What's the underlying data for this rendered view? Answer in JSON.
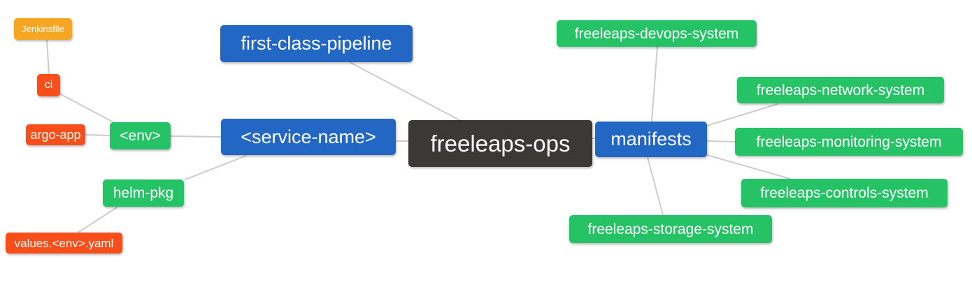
{
  "palette": {
    "blue": "#2367c4",
    "green": "#25c366",
    "red": "#f84e1a",
    "amber": "#f6a623",
    "dark": "#3b3835",
    "edge": "#cccccc",
    "text": "#ffffff",
    "background": "#ffffff"
  },
  "nodes": {
    "freeleaps_ops": {
      "label": "freeleaps-ops",
      "role": "root"
    },
    "first_class_pipeline": {
      "label": "first-class-pipeline"
    },
    "service_name": {
      "label": "<service-name>"
    },
    "manifests": {
      "label": "manifests"
    },
    "env": {
      "label": "<env>"
    },
    "helm_pkg": {
      "label": "helm-pkg"
    },
    "ci": {
      "label": "ci"
    },
    "jenkinsfile": {
      "label": "Jenkinsfile"
    },
    "argo_app": {
      "label": "argo-app"
    },
    "values_env_yaml": {
      "label": "values.<env>.yaml"
    },
    "devops_system": {
      "label": "freeleaps-devops-system"
    },
    "network_system": {
      "label": "freeleaps-network-system"
    },
    "monitoring_system": {
      "label": "freeleaps-monitoring-system"
    },
    "controls_system": {
      "label": "freeleaps-controls-system"
    },
    "storage_system": {
      "label": "freeleaps-storage-system"
    }
  },
  "edges": [
    {
      "from": "jenkinsfile",
      "to": "ci"
    },
    {
      "from": "ci",
      "to": "env"
    },
    {
      "from": "argo_app",
      "to": "env"
    },
    {
      "from": "env",
      "to": "service_name"
    },
    {
      "from": "helm_pkg",
      "to": "service_name"
    },
    {
      "from": "values_env_yaml",
      "to": "helm_pkg"
    },
    {
      "from": "first_class_pipeline",
      "to": "freeleaps_ops"
    },
    {
      "from": "service_name",
      "to": "freeleaps_ops"
    },
    {
      "from": "freeleaps_ops",
      "to": "manifests"
    },
    {
      "from": "manifests",
      "to": "devops_system"
    },
    {
      "from": "manifests",
      "to": "network_system"
    },
    {
      "from": "manifests",
      "to": "monitoring_system"
    },
    {
      "from": "manifests",
      "to": "controls_system"
    },
    {
      "from": "manifests",
      "to": "storage_system"
    }
  ]
}
